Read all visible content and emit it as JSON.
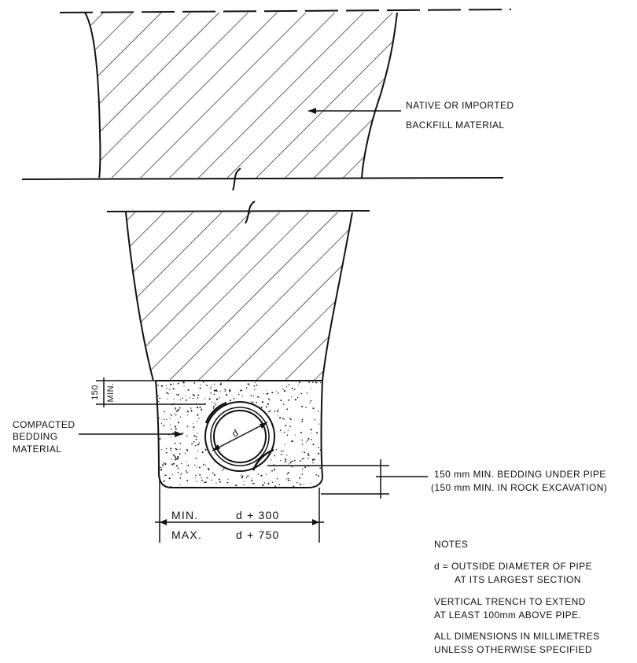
{
  "labels": {
    "backfill_line1": "NATIVE OR IMPORTED",
    "backfill_line2": "BACKFILL MATERIAL",
    "bedding_line1": "COMPACTED",
    "bedding_line2": "BEDDING",
    "bedding_line3": "MATERIAL",
    "dim_150": "150",
    "dim_min": "MIN.",
    "pipe_d": "d",
    "under_pipe_line1": "150 mm  MIN. BEDDING UNDER PIPE",
    "under_pipe_line2": "(150 mm  MIN. IN ROCK EXCAVATION)",
    "width_min_label": "MIN.",
    "width_min_value": "d + 300",
    "width_max_label": "MAX.",
    "width_max_value": "d + 750"
  },
  "notes": {
    "heading": "NOTES",
    "note1_line1": "d  =  OUTSIDE DIAMETER OF PIPE",
    "note1_line2": "AT ITS LARGEST SECTION",
    "note2_line1": "VERTICAL TRENCH TO EXTEND",
    "note2_line2": "AT LEAST 100mm ABOVE PIPE.",
    "note3_line1": "ALL DIMENSIONS IN MILLIMETRES",
    "note3_line2": "UNLESS OTHERWISE SPECIFIED"
  },
  "colors": {
    "ink": "#111111",
    "paper": "#ffffff"
  }
}
